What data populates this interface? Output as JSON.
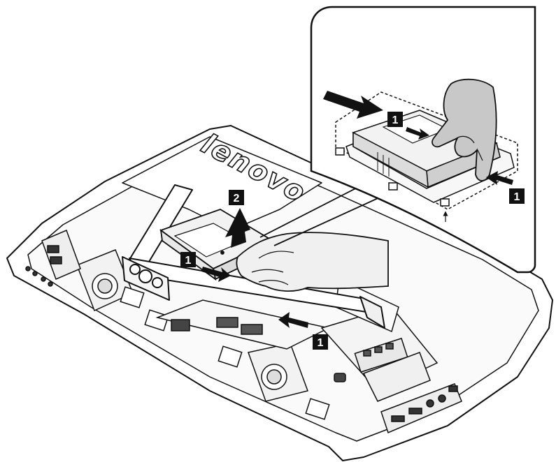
{
  "diagram": {
    "brand": "lenovo",
    "callouts": [
      {
        "id": "c1",
        "label": "1"
      },
      {
        "id": "c2",
        "label": "2"
      },
      {
        "id": "c3",
        "label": "1"
      },
      {
        "id": "c4",
        "label": "1"
      },
      {
        "id": "c5",
        "label": "1"
      }
    ]
  },
  "colors": {
    "line": "#111111",
    "fill": "#ffffff",
    "shade": "#e6e6e6",
    "shade_dark": "#bdbdbd"
  }
}
